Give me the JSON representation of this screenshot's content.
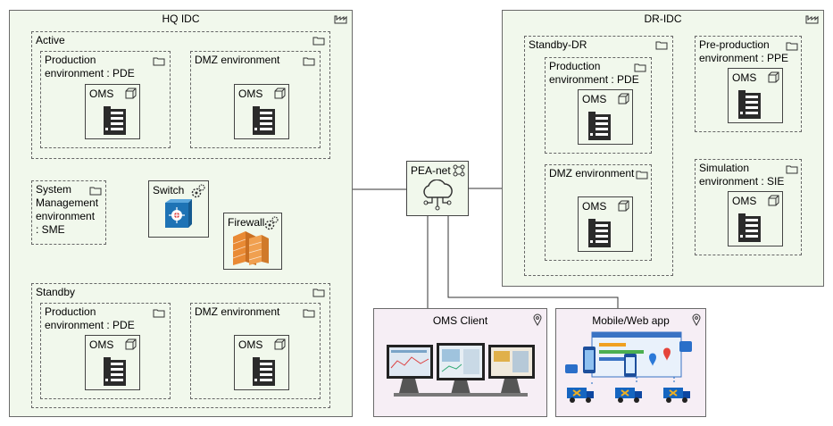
{
  "hq": {
    "title": "HQ IDC",
    "active": {
      "label": "Active",
      "pde": {
        "label": "Production\nenvironment : PDE",
        "oms": "OMS"
      },
      "dmz": {
        "label": "DMZ environment",
        "oms": "OMS"
      }
    },
    "sme": {
      "label": "System\nManagement\nenvironment\n: SME"
    },
    "switch_label": "Switch",
    "firewall_label": "Firewall",
    "standby": {
      "label": "Standby",
      "pde": {
        "label": "Production\nenvironment : PDE",
        "oms": "OMS"
      },
      "dmz": {
        "label": "DMZ environment",
        "oms": "OMS"
      }
    }
  },
  "dr": {
    "title": "DR-IDC",
    "standby_dr": {
      "label": "Standby-DR",
      "pde": {
        "label": "Production\nenvironment : PDE",
        "oms": "OMS"
      },
      "dmz": {
        "label": "DMZ environment",
        "oms": "OMS"
      }
    },
    "ppe": {
      "label": "Pre-production\nenvironment : PPE",
      "oms": "OMS"
    },
    "sie": {
      "label": "Simulation\nenvironment : SIE",
      "oms": "OMS"
    }
  },
  "pea_net_label": "PEA-net",
  "oms_client": {
    "title": "OMS Client"
  },
  "mobile_web": {
    "title": "Mobile/Web app"
  },
  "colors": {
    "region_green": "#f1f8ec",
    "region_purple": "#f6eef5",
    "switch_blue": "#1e73b5",
    "firewall_orange": "#e98a34"
  },
  "icons": [
    "factory-icon",
    "folder-icon",
    "server-icon",
    "cube-icon",
    "gear-icon",
    "cloud-network-icon",
    "location-pin-icon",
    "network-switch-icon",
    "firewall-icon",
    "monitors-icon",
    "mobile-app-icon"
  ]
}
